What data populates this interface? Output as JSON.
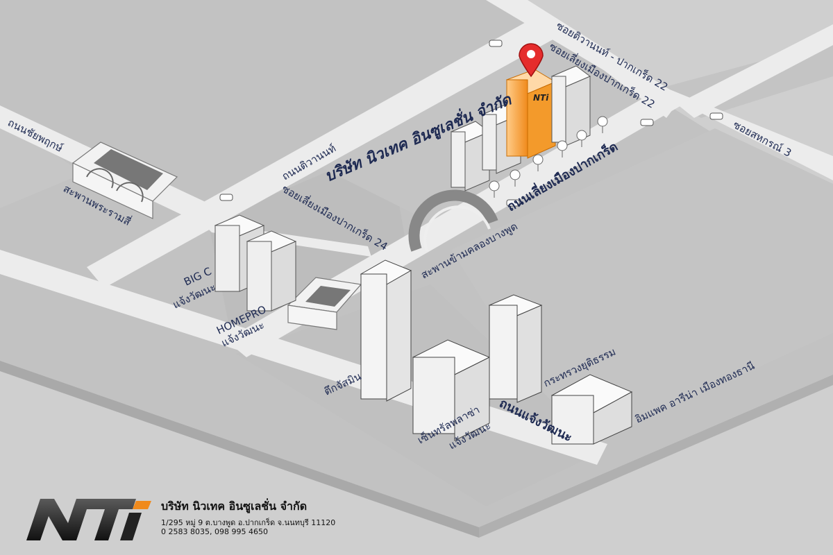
{
  "map": {
    "company_label": "บริษัท นิวเทค อินซูเลชั่น จำกัด",
    "roads": {
      "tiwanon": "ถนนติวานนท์",
      "chaiyaphruek": "ถนนชัยพฤกษ์",
      "liang_mueang": "ถนนเลี่ยงเมืองปากเกร็ด",
      "chaeng_watthana": "ถนนแจ้งวัฒนะ",
      "soi_tiwanon_22": "ซอยติวานนท์ - ปากเกร็ด 22",
      "soi_liang_22": "ซอยเลี่ยงเมืองปากเกร็ด 22",
      "soi_liang_24": "ซอยเลี่ยงเมืองปากเกร็ด 24",
      "soi_sahakon_3": "ซอยสหกรณ์ 3"
    },
    "bridges": {
      "rama4": "สะพานพระรามสี่",
      "bang_phut": "สะพานข้ามคลองบางพูด"
    },
    "places": {
      "bigc_1": "BIG C",
      "bigc_2": "แจ้งวัฒนะ",
      "homepro_1": "HOMEPRO",
      "homepro_2": "แจ้งวัฒนะ",
      "tuk_jassmine": "ตึกจัสมิน",
      "central_1": "เซ็นทรัลพลาซ่า",
      "central_2": "แจ้งวัฒนะ",
      "justice": "กระทรวงยุติธรรม",
      "impact": "อิมแพค อารีน่า เมืองทองธานี"
    },
    "colors": {
      "background": "#cfcfcf",
      "ground": "#bdbdbd",
      "block": "#c6c6c6",
      "road": "#ececec",
      "label": "#1e2a52",
      "highlight": "#f39a2b",
      "pin": "#e52c2c"
    },
    "icons": [
      "location-pin-icon",
      "car-icon",
      "tree-icon"
    ]
  },
  "footer": {
    "logo_text": "NTi",
    "company_name": "บริษัท นิวเทค อินซูเลชั่น จำกัด",
    "address": "1/295 หมู่ 9 ต.บางพูด อ.ปากเกร็ด จ.นนทบุรี 11120",
    "phone": "0 2583 8035, 098 995 4650"
  }
}
